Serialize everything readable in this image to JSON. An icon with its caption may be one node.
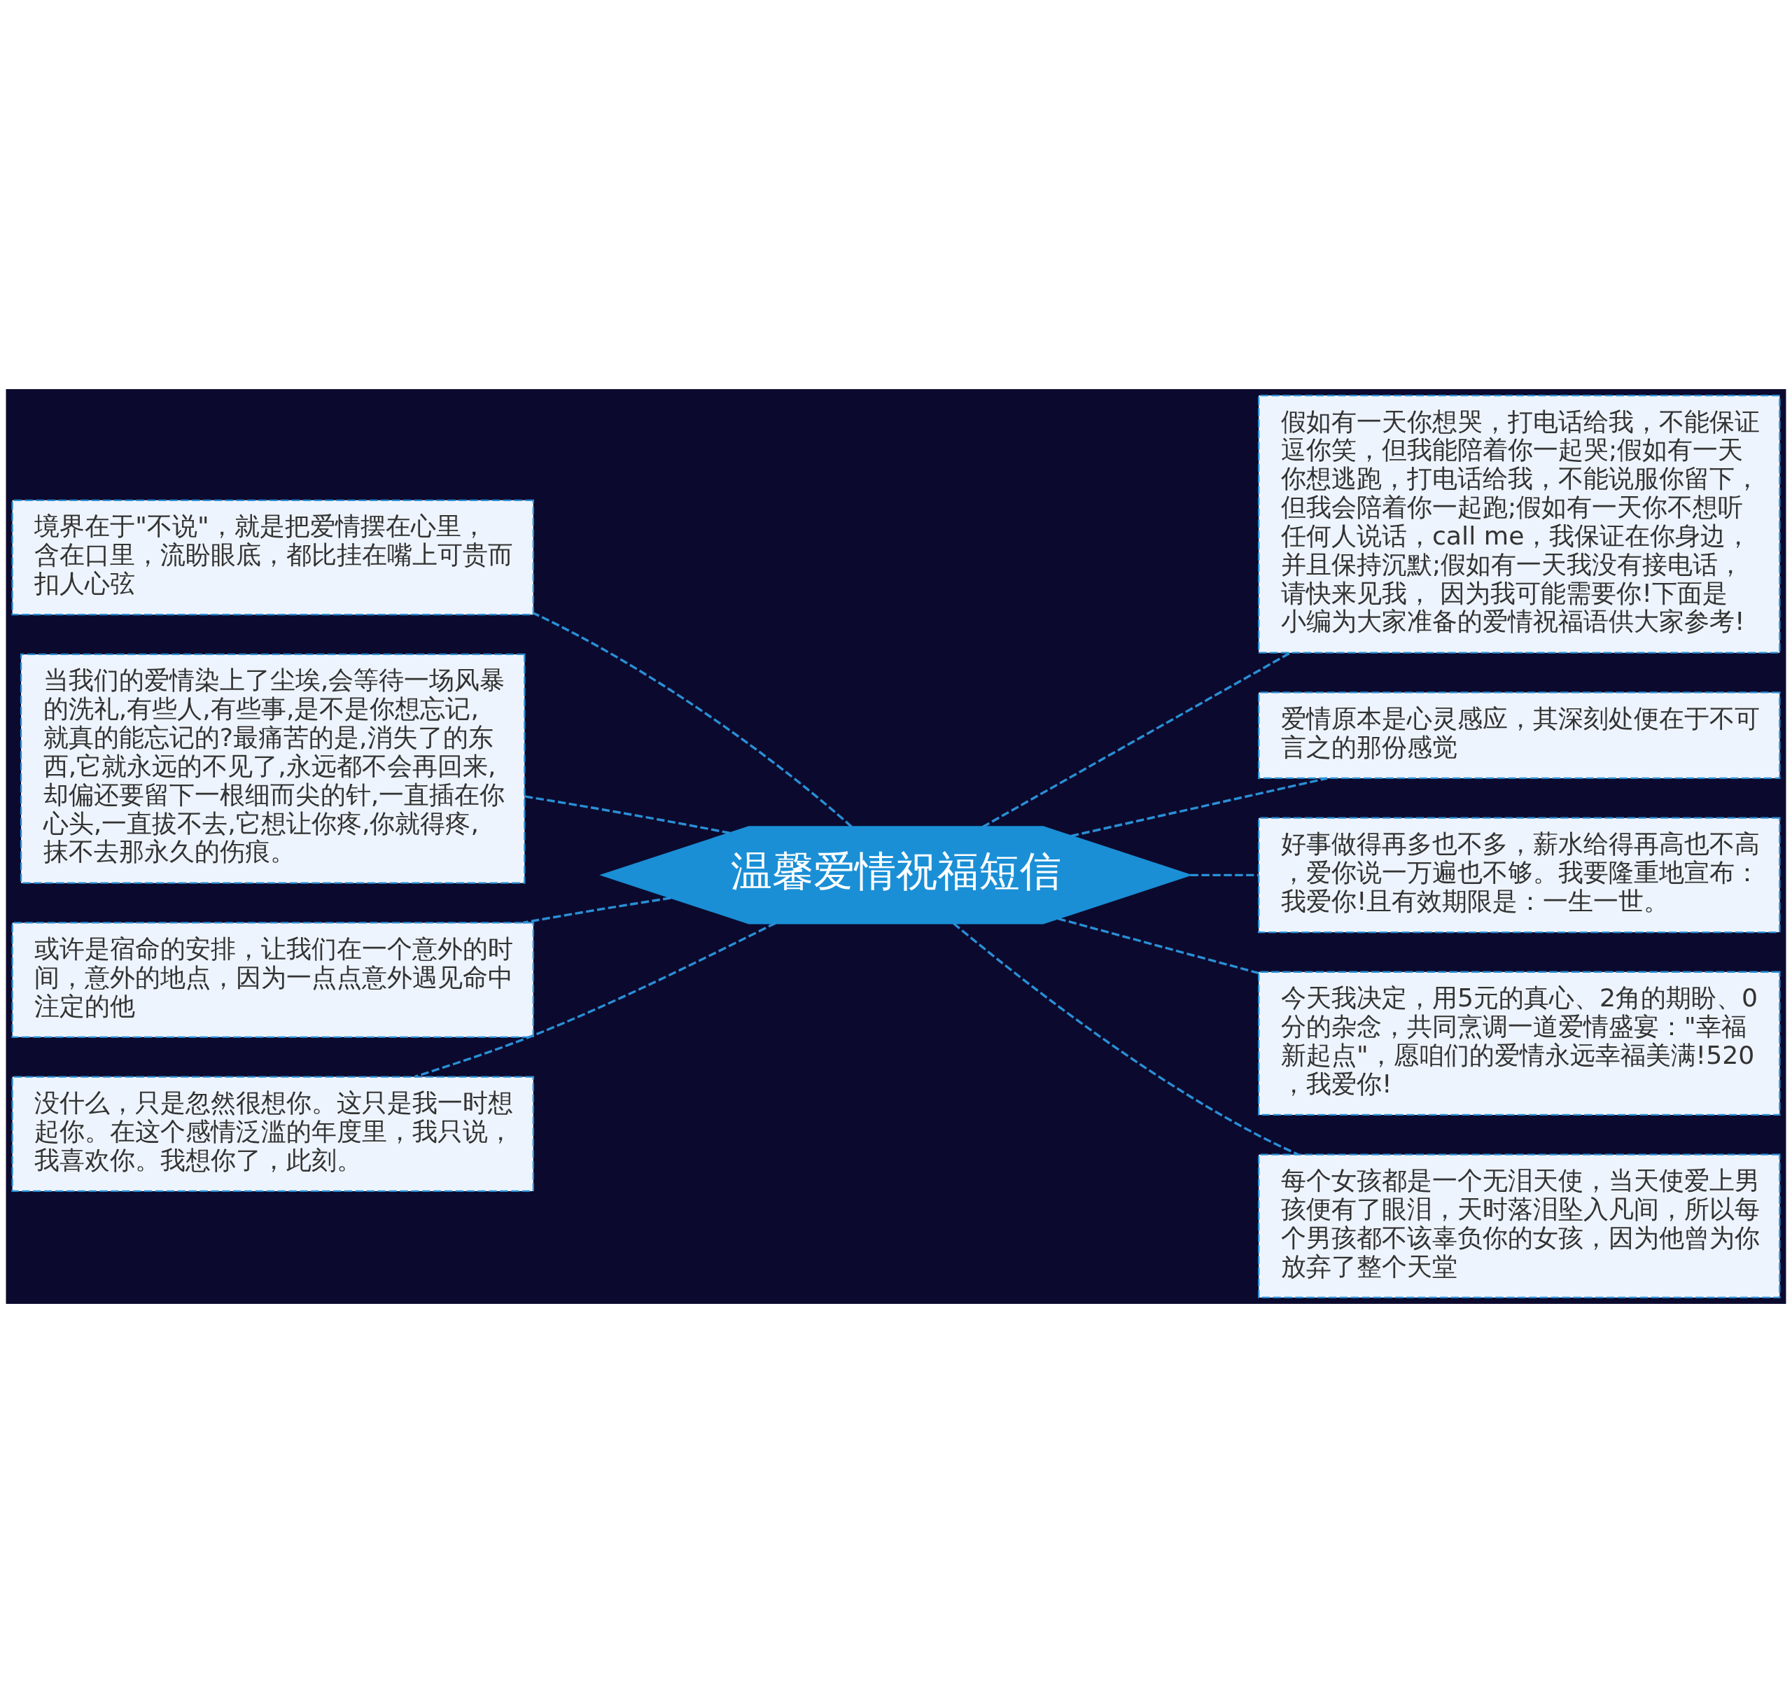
{
  "diagram": {
    "nodes": [
      {
        "text": [
          "温馨爱情祝福短信"
        ]
      },
      {
        "text": [
          "境界在于\"不说\"，就是把爱情摆在心里，含在口里，流盼眼底，都比挂在嘴上可贵而扣人心弦"
        ]
      },
      {
        "text": [
          "当我们的爱情染上了尘埃,会等待一场风暴的洗礼,有些人,有些事,是不是你想忘记,就真的能忘记的?最痛苦的是,消失了的东西,它就永远的不见了,永远都不会再回来,却偏还要留下一根细而尖的针,一直插在你心头,一直拔不去,它想让你疼,你就得疼,抹不去那永久的伤痕。"
        ]
      },
      {
        "text": [
          "或许是宿命的安排，让我们在一个意外的时间，意外的地点，因为一点点意外遇见命中注定的他"
        ]
      },
      {
        "text": [
          "没什么，只是忽然很想你。这只是我一时想起你。在这个感情泛滥的年度里，我只说，我喜欢你。我想你了，此刻。"
        ]
      },
      {
        "text": [
          "假如有一天你想哭，打电话给我，不能保证逗你笑，但我能陪着你一起哭;假如有一天你想逃跑，打电话给我，不能说服你留下，但我会陪着你一起跑;假如有一天你不想听任何人说话，call me，我保证在你身边，并且保持沉默;假如有一天我没有接电话，请快来见我， 因为我可能需要你!下面是小编为大家准备的爱情祝福语供大家参考!"
        ]
      },
      {
        "text": [
          "爱情原本是心灵感应，其深刻处便在于不可言之的那份感觉"
        ]
      },
      {
        "text": [
          "好事做得再多也不多，薪水给得再高也不高，爱你说一万遍也不够。我要隆重地宣布：我爱你!且有效期限是：一生一世。"
        ]
      },
      {
        "text": [
          "今天我决定，用5元的真心、2角的期盼、0分的杂念，共同烹调一道爱情盛宴：\"幸福新起点\"，愿咱们的爱情永远幸福美满!520，我爱你!"
        ]
      },
      {
        "text": [
          "每个女孩都是一个无泪天使，当天使爱上男孩便有了眼泪，天时落泪坠入凡间，所以每个男孩都不该辜负你的女孩，因为他曾为你放弃了整个天堂"
        ]
      }
    ],
    "edges": [
      {
        "from": 0,
        "to": 1,
        "arrow": "none",
        "style": "dashed"
      },
      {
        "from": 0,
        "to": 2,
        "arrow": "none",
        "style": "dashed"
      },
      {
        "from": 0,
        "to": 3,
        "arrow": "none",
        "style": "dashed"
      },
      {
        "from": 0,
        "to": 4,
        "arrow": "none",
        "style": "dashed"
      },
      {
        "from": 0,
        "to": 5,
        "arrow": "none",
        "style": "dashed"
      },
      {
        "from": 0,
        "to": 6,
        "arrow": "none",
        "style": "dashed"
      },
      {
        "from": 0,
        "to": 7,
        "arrow": "none",
        "style": "dashed"
      },
      {
        "from": 0,
        "to": 8,
        "arrow": "none",
        "style": "dashed"
      },
      {
        "from": 0,
        "to": 9,
        "arrow": "none",
        "style": "dashed"
      }
    ]
  }
}
